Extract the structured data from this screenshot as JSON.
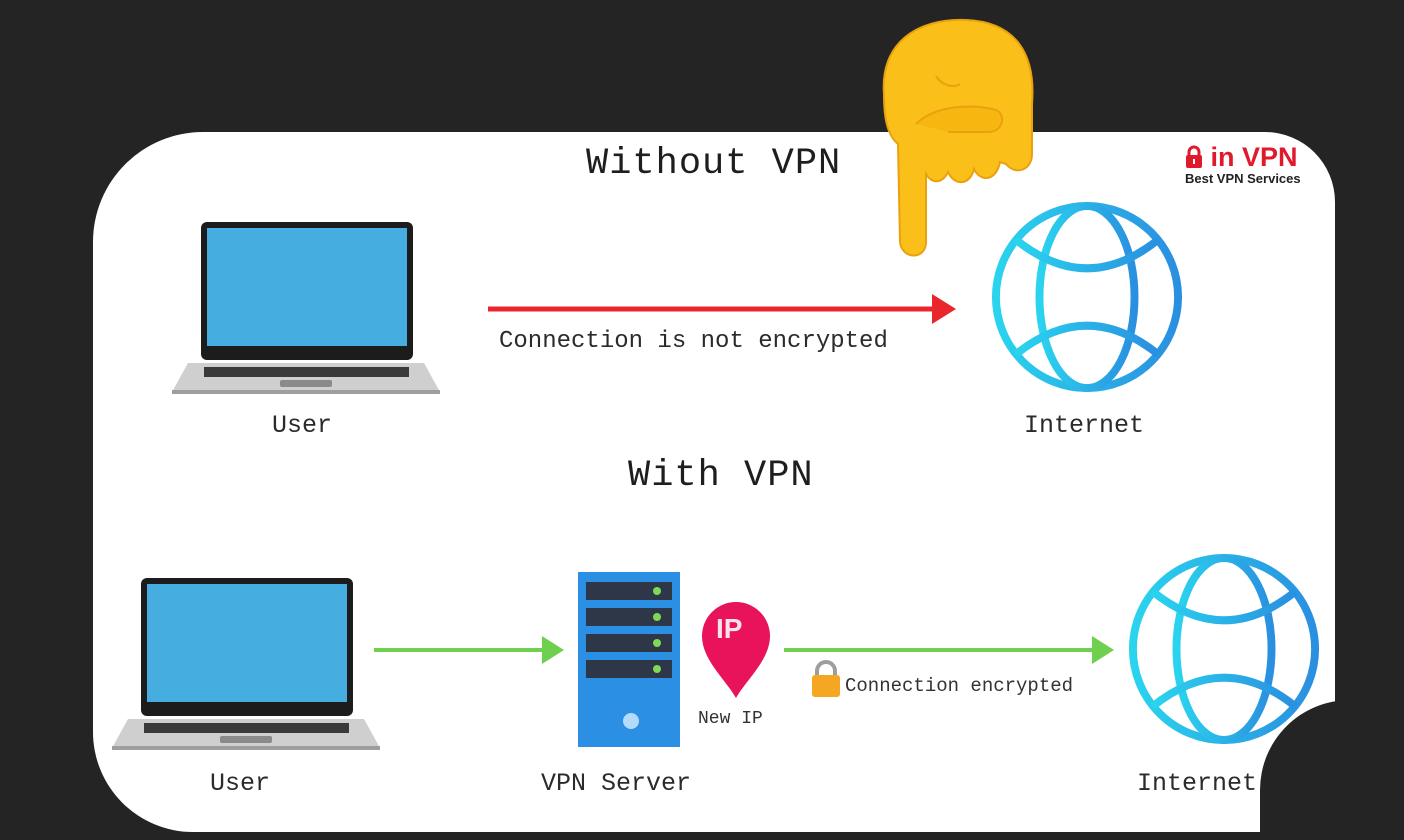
{
  "diagram": {
    "brand": {
      "name": "in VPN",
      "tagline": "Best VPN Services",
      "icon": "padlock-icon",
      "color": "#e01a2d"
    },
    "without_vpn": {
      "title": "Without VPN",
      "user_label": "User",
      "internet_label": "Internet",
      "connection_label": "Connection is not encrypted",
      "arrow_color": "#e8262b"
    },
    "with_vpn": {
      "title": "With VPN",
      "user_label": "User",
      "server_label": "VPN Server",
      "ip_pin_text": "IP",
      "ip_label": "New IP",
      "internet_label": "Internet",
      "connection_label": "Connection encrypted",
      "arrow_color": "#6fcf4f",
      "lock_color": "#f5a623",
      "pin_color": "#e8135a"
    },
    "icons": {
      "laptop_screen_color": "#46ade1",
      "globe_color": "#22c3e6",
      "server_color": "#2b8fe4",
      "pointer": "pointing-down-hand-emoji"
    }
  }
}
